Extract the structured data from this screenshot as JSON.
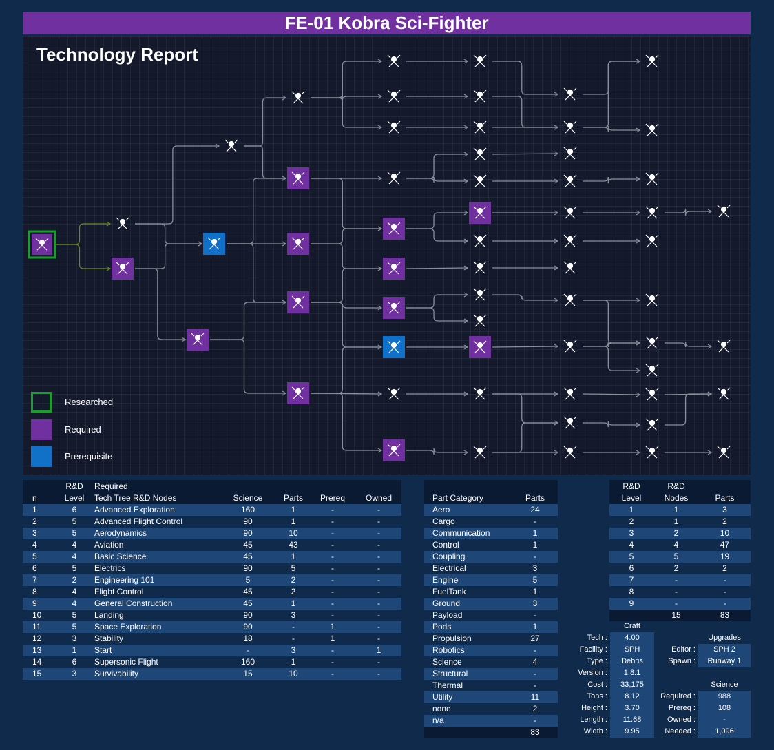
{
  "title": "FE-01 Kobra Sci-Fighter",
  "report_title": "Technology Report",
  "legend": [
    {
      "label": "Researched",
      "color": "#17a02a",
      "style": "outline"
    },
    {
      "label": "Required",
      "color": "#7030a0",
      "style": "fill"
    },
    {
      "label": "Prerequisite",
      "color": "#1170c8",
      "style": "fill"
    }
  ],
  "nodes_table": {
    "headers": {
      "n": "n",
      "level_top": "R&D",
      "level_bottom": "Level",
      "nodes_top": "Required",
      "nodes_bottom": "Tech Tree R&D Nodes",
      "science": "Science",
      "parts": "Parts",
      "prereq": "Prereq",
      "owned": "Owned"
    },
    "rows": [
      [
        "1",
        "6",
        "Advanced Exploration",
        "160",
        "1",
        "-",
        "-"
      ],
      [
        "2",
        "5",
        "Advanced Flight Control",
        "90",
        "1",
        "-",
        "-"
      ],
      [
        "3",
        "5",
        "Aerodynamics",
        "90",
        "10",
        "-",
        "-"
      ],
      [
        "4",
        "4",
        "Aviation",
        "45",
        "43",
        "-",
        "-"
      ],
      [
        "5",
        "4",
        "Basic Science",
        "45",
        "1",
        "-",
        "-"
      ],
      [
        "6",
        "5",
        "Electrics",
        "90",
        "5",
        "-",
        "-"
      ],
      [
        "7",
        "2",
        "Engineering 101",
        "5",
        "2",
        "-",
        "-"
      ],
      [
        "8",
        "4",
        "Flight Control",
        "45",
        "2",
        "-",
        "-"
      ],
      [
        "9",
        "4",
        "General Construction",
        "45",
        "1",
        "-",
        "-"
      ],
      [
        "10",
        "5",
        "Landing",
        "90",
        "3",
        "-",
        "-"
      ],
      [
        "11",
        "5",
        "Space Exploration",
        "90",
        "-",
        "1",
        "-"
      ],
      [
        "12",
        "3",
        "Stability",
        "18",
        "-",
        "1",
        "-"
      ],
      [
        "13",
        "1",
        "Start",
        "-",
        "3",
        "-",
        "1"
      ],
      [
        "14",
        "6",
        "Supersonic Flight",
        "160",
        "1",
        "-",
        "-"
      ],
      [
        "15",
        "3",
        "Survivability",
        "15",
        "10",
        "-",
        "-"
      ]
    ]
  },
  "category_table": {
    "headers": {
      "category": "Part Category",
      "parts": "Parts"
    },
    "rows": [
      [
        "Aero",
        "24"
      ],
      [
        "Cargo",
        "-"
      ],
      [
        "Communication",
        "1"
      ],
      [
        "Control",
        "1"
      ],
      [
        "Coupling",
        "-"
      ],
      [
        "Electrical",
        "3"
      ],
      [
        "Engine",
        "5"
      ],
      [
        "FuelTank",
        "1"
      ],
      [
        "Ground",
        "3"
      ],
      [
        "Payload",
        "-"
      ],
      [
        "Pods",
        "1"
      ],
      [
        "Propulsion",
        "27"
      ],
      [
        "Robotics",
        "-"
      ],
      [
        "Science",
        "4"
      ],
      [
        "Structural",
        "-"
      ],
      [
        "Thermal",
        "-"
      ],
      [
        "Utility",
        "11"
      ],
      [
        "none",
        "2"
      ],
      [
        "n/a",
        "-"
      ]
    ],
    "total": "83"
  },
  "level_table": {
    "headers": {
      "level_top": "R&D",
      "level_bottom": "Level",
      "nodes_top": "R&D",
      "nodes_bottom": "Nodes",
      "parts": "Parts"
    },
    "rows": [
      [
        "1",
        "1",
        "3"
      ],
      [
        "2",
        "1",
        "2"
      ],
      [
        "3",
        "2",
        "10"
      ],
      [
        "4",
        "4",
        "47"
      ],
      [
        "5",
        "5",
        "19"
      ],
      [
        "6",
        "2",
        "2"
      ],
      [
        "7",
        "-",
        "-"
      ],
      [
        "8",
        "-",
        "-"
      ],
      [
        "9",
        "-",
        "-"
      ]
    ],
    "total_nodes": "15",
    "total_parts": "83"
  },
  "craft": {
    "header": "Craft",
    "rows": [
      {
        "label": "Tech :",
        "value": "4.00"
      },
      {
        "label": "Facility :",
        "value": "SPH"
      },
      {
        "label": "Type :",
        "value": "Debris"
      },
      {
        "label": "Version :",
        "value": "1.8.1"
      },
      {
        "label": "Cost :",
        "value": "33,175"
      },
      {
        "label": "Tons :",
        "value": "8.12"
      },
      {
        "label": "Height :",
        "value": "3.70"
      },
      {
        "label": "Length :",
        "value": "11.68"
      },
      {
        "label": "Width :",
        "value": "9.95"
      }
    ]
  },
  "upgrades": {
    "header": "Upgrades",
    "rows": [
      {
        "label": "Editor :",
        "value": "SPH 2"
      },
      {
        "label": "Spawn :",
        "value": "Runway 1"
      }
    ]
  },
  "science": {
    "header": "Science",
    "rows": [
      {
        "label": "Required :",
        "value": "988"
      },
      {
        "label": "Prereq :",
        "value": "108"
      },
      {
        "label": "Owned :",
        "value": "-"
      },
      {
        "label": "Needed :",
        "value": "1,096"
      }
    ]
  },
  "tree_colors": {
    "researched": "#17a02a",
    "required": "#7030a0",
    "prerequisite": "#1170c8",
    "edge": "#8a8f99",
    "edge_start": "#6a8a2a"
  }
}
